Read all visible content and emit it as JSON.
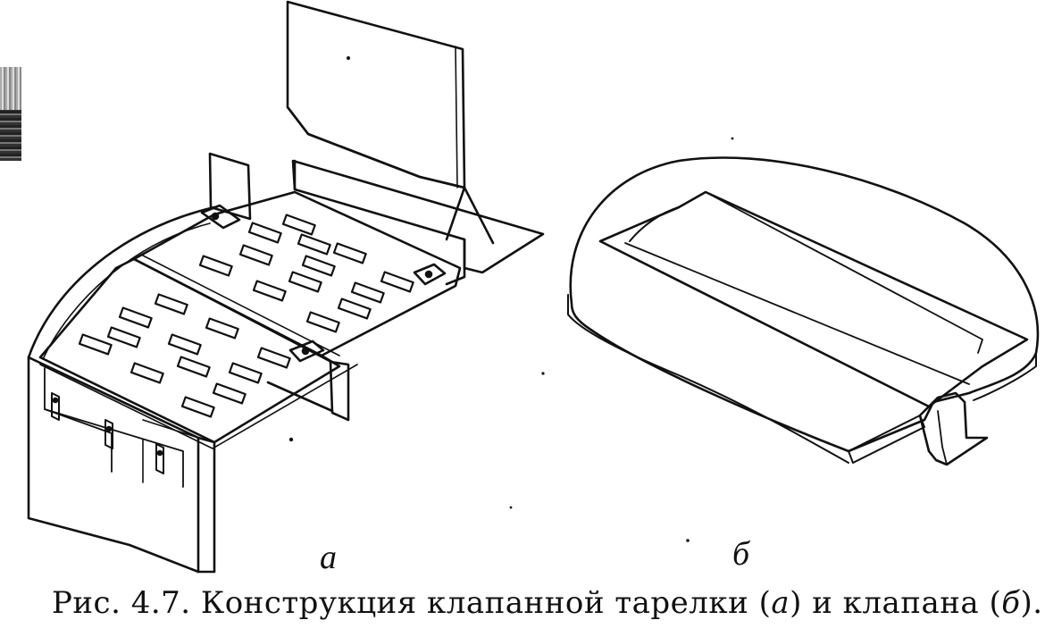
{
  "labels": {
    "a": "а",
    "b": "б"
  },
  "caption": {
    "prefix": "Рис. 4.7. Конструкция клапанной тарелки (",
    "a": "а",
    "middle": ") и клапана (",
    "b": "б",
    "suffix": ")."
  },
  "colors": {
    "line": "#111111",
    "paper": "#ffffff"
  }
}
